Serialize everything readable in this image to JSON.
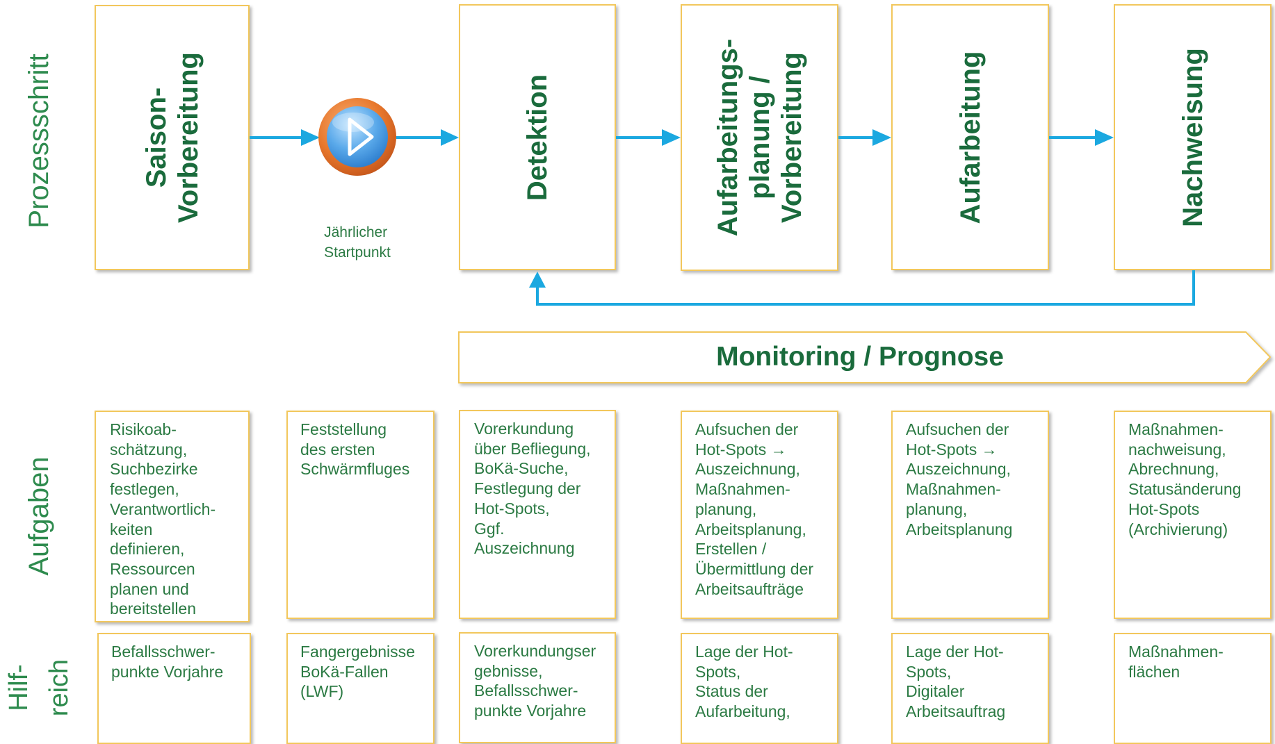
{
  "row_labels": {
    "process": "Prozessschritt",
    "tasks": "Aufgaben",
    "helpful": "Hilf-\nreich"
  },
  "stages": [
    {
      "label": "Saison-\nVorbereitung"
    },
    {
      "label": "Detektion"
    },
    {
      "label": "Aufarbeitungs-\nplanung /\nVorbereitung"
    },
    {
      "label": "Aufarbeitung"
    },
    {
      "label": "Nachweisung"
    }
  ],
  "start_point": {
    "label": "Jährlicher\nStartpunkt",
    "icon": "play-icon"
  },
  "monitoring": {
    "label": "Monitoring / Prognose"
  },
  "tasks": [
    "Risikoab-\nschätzung,\nSuchbezirke\nfestlegen,\nVerantwortlich-\nkeiten\ndefinieren,\nRessourcen\nplanen und\nbereitstellen",
    "Feststellung\ndes ersten\nSchwärmfluges",
    "Vorerkundung\nüber Befliegung,\nBoKä-Suche,\nFestlegung der\nHot-Spots,\nGgf.\nAuszeichnung",
    "Aufsuchen der\nHot-Spots →\nAuszeichnung,\nMaßnahmen-\nplanung,\nArbeitsplanung,\nErstellen /\nÜbermittlung der\nArbeitsaufträge",
    "Aufsuchen der\nHot-Spots →\nAuszeichnung,\nMaßnahmen-\nplanung,\nArbeitsplanung",
    "Maßnahmen-\nnachweisung,\nAbrechnung,\nStatusänderung\nHot-Spots\n(Archivierung)"
  ],
  "helpful": [
    "Befallsschwer-\npunkte Vorjahre",
    "Fangergebnisse\nBoKä-Fallen\n(LWF)",
    "Vorerkundungser\ngebnisse,\nBefallsschwer-\npunkte Vorjahre",
    "Lage der Hot-\nSpots,\nStatus der\nAufarbeitung,",
    "Lage der Hot-\nSpots,\nDigitaler\nArbeitsauftrag",
    "Maßnahmen-\nflächen"
  ],
  "colors": {
    "arrow": "#1ba8e0",
    "box_border": "#f2c75c",
    "text_dark_green": "#1a6b3c",
    "text_green": "#2b7a43",
    "play_outer": "#e8782c",
    "play_inner": "#4a9de0"
  }
}
